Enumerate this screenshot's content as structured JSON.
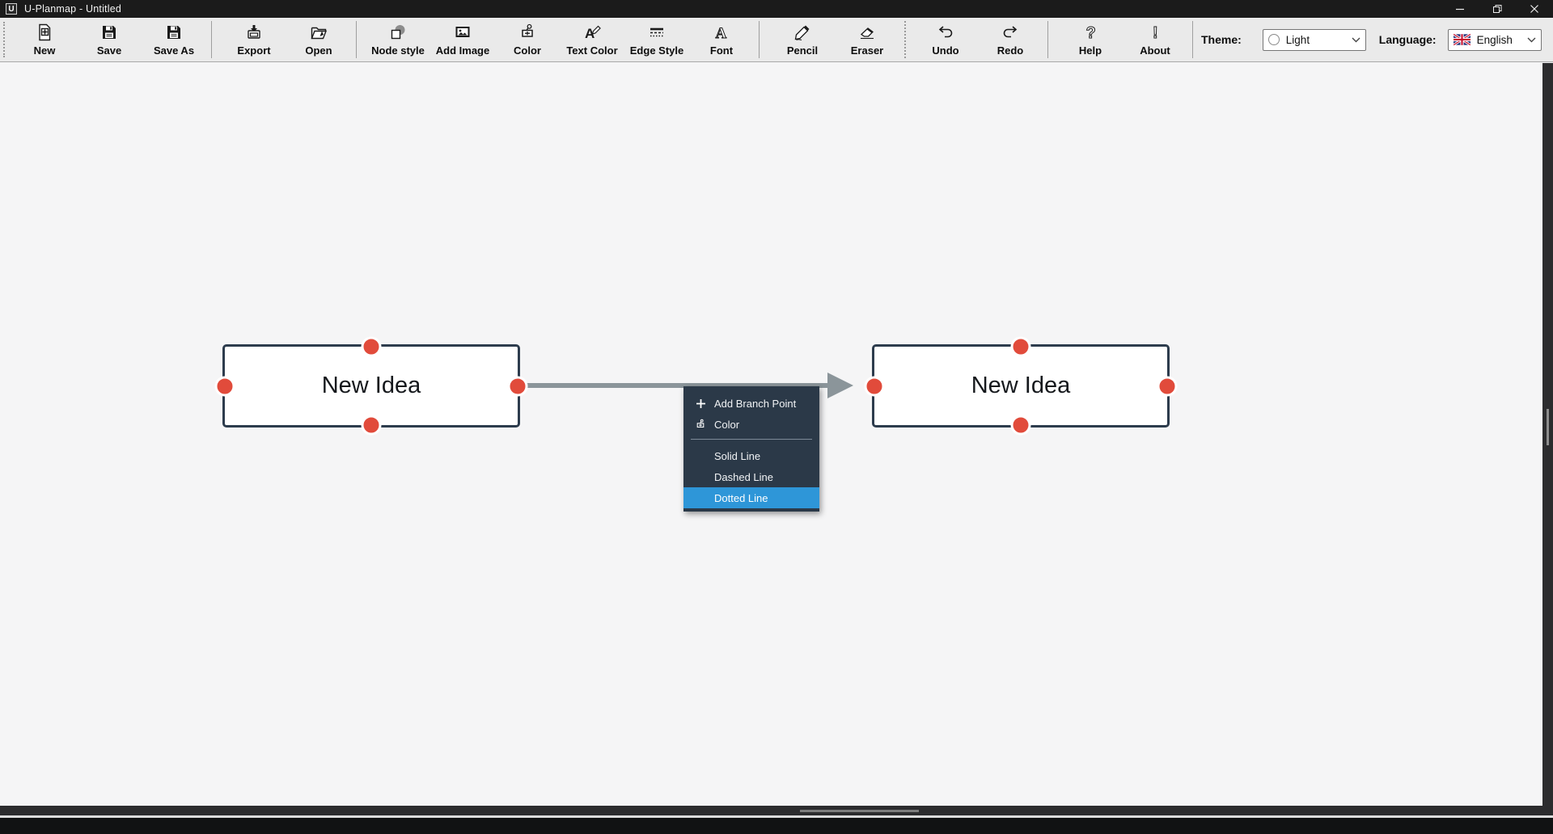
{
  "window": {
    "app_initial": "U",
    "title": "U-Planmap - Untitled"
  },
  "toolbar": {
    "buttons": [
      {
        "id": "new",
        "label": "New"
      },
      {
        "id": "save",
        "label": "Save"
      },
      {
        "id": "save-as",
        "label": "Save As"
      },
      {
        "id": "export",
        "label": "Export"
      },
      {
        "id": "open",
        "label": "Open"
      },
      {
        "id": "node-style",
        "label": "Node style"
      },
      {
        "id": "add-image",
        "label": "Add Image"
      },
      {
        "id": "color",
        "label": "Color"
      },
      {
        "id": "text-color",
        "label": "Text Color"
      },
      {
        "id": "edge-style",
        "label": "Edge Style"
      },
      {
        "id": "font",
        "label": "Font"
      },
      {
        "id": "pencil",
        "label": "Pencil"
      },
      {
        "id": "eraser",
        "label": "Eraser"
      },
      {
        "id": "undo",
        "label": "Undo"
      },
      {
        "id": "redo",
        "label": "Redo"
      },
      {
        "id": "help",
        "label": "Help"
      },
      {
        "id": "about",
        "label": "About"
      }
    ],
    "theme": {
      "label": "Theme:",
      "value": "Light"
    },
    "language": {
      "label": "Language:",
      "value": "English"
    }
  },
  "canvas": {
    "nodes": [
      {
        "label": "New Idea"
      },
      {
        "label": "New Idea"
      }
    ]
  },
  "context_menu": {
    "items": [
      {
        "label": "Add Branch Point",
        "icon": "plus-icon"
      },
      {
        "label": "Color",
        "icon": "paint-bucket-icon"
      },
      {
        "label": "Solid Line"
      },
      {
        "label": "Dashed Line"
      },
      {
        "label": "Dotted Line",
        "selected": true
      }
    ]
  },
  "colors": {
    "menu_highlight": "#2e96d8",
    "menu_background": "#2b3948",
    "node_border": "#2d3c4d",
    "connector_dot": "#e14b3b",
    "edge_arrow": "#8b959a"
  }
}
